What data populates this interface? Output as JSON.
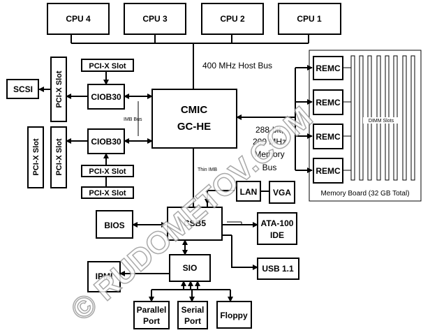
{
  "cpus": [
    "CPU 4",
    "CPU 3",
    "CPU 2",
    "CPU 1"
  ],
  "buses": {
    "host": "400 MHz Host Bus",
    "imb": "IMB Bus",
    "thin_imb": "Thin IMB",
    "memory": [
      "288-bit,",
      "200 MHz",
      "Memory",
      "Bus"
    ]
  },
  "chipset": {
    "cmic": [
      "CMIC",
      "GC-HE"
    ],
    "ciob_top": "CIOB30",
    "ciob_bottom": "CIOB30",
    "csb": "CSB5"
  },
  "slots": {
    "pci_x_slot": "PCI-X Slot"
  },
  "devices": {
    "scsi": "SCSI",
    "bios": "BIOS",
    "ipmi": "IPMI",
    "sio": "SIO",
    "lan": "LAN",
    "vga": "VGA",
    "ata": [
      "ATA-100",
      "IDE"
    ],
    "usb": "USB 1.1",
    "parallel": [
      "Parallel",
      "Port"
    ],
    "serial": [
      "Serial",
      "Port"
    ],
    "floppy": "Floppy"
  },
  "memory_board": {
    "remc": "REMC",
    "dimm_label": "DIMM Slots",
    "caption": "Memory Board (32 GB Total)"
  },
  "watermark": "© RUDOMETOV.COM"
}
